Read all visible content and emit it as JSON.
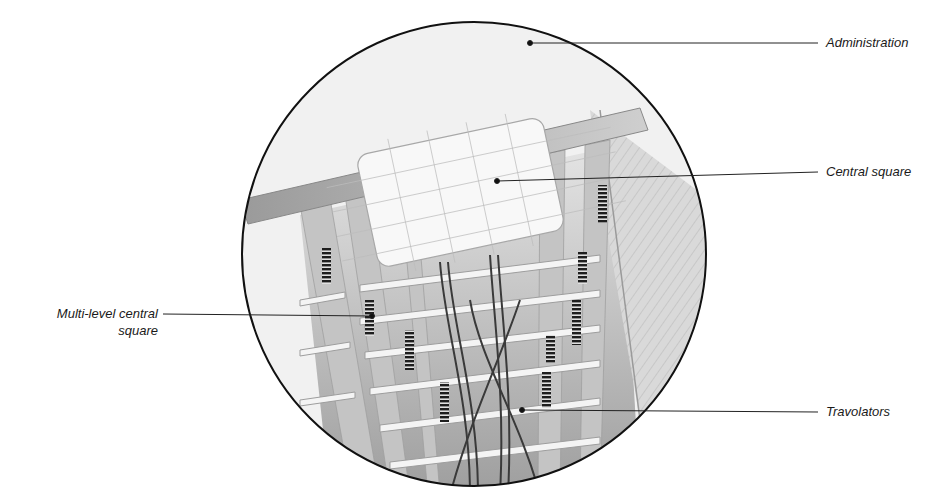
{
  "diagram": {
    "labels": [
      "Administration",
      "Central square",
      "Multi-level central square",
      "Travolators"
    ]
  }
}
